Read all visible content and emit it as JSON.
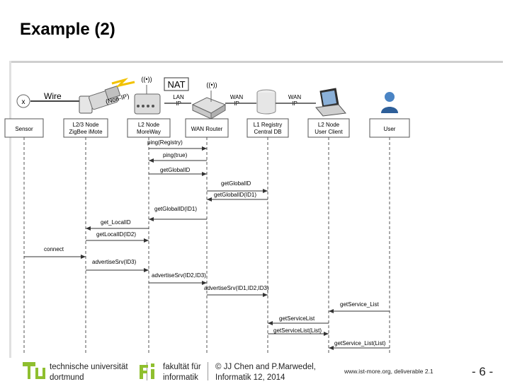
{
  "slide": {
    "title": "Example (2)"
  },
  "diagram": {
    "top_labels": {
      "nat": "NAT",
      "wire": "Wire",
      "non_ip": "(Non-IP)",
      "x_mark": "x",
      "lan_ip": [
        "LAN",
        "IP"
      ],
      "wan_ip_1": [
        "WAN",
        "IP"
      ],
      "wan_ip_2": [
        "WAN",
        "IP"
      ]
    },
    "lifelines": [
      {
        "label": [
          "Sensor"
        ]
      },
      {
        "label": [
          "L2/3 Node",
          "ZigBee iMote"
        ]
      },
      {
        "label": [
          "L2 Node",
          "MoreWay"
        ]
      },
      {
        "label": [
          "WAN Router"
        ]
      },
      {
        "label": [
          "L1 Registry",
          "Central DB"
        ]
      },
      {
        "label": [
          "L2 Node",
          "User Client"
        ]
      },
      {
        "label": [
          "User"
        ]
      }
    ],
    "messages": [
      "ping(Registry)",
      "ping(true)",
      "getGlobalID",
      "getGlobalID",
      "getGlobalID(ID1)",
      "getGlobalID(ID1)",
      "get_LocalID",
      "getLocalID(ID2)",
      "connect",
      "advertiseSrv(ID3)",
      "advertiseSrv(ID2,ID3)",
      "advertiseSrv(ID1,ID2,ID3)",
      "getService_List",
      "getServiceList",
      "getServiceList(List)",
      "getService_List(List)"
    ]
  },
  "footer": {
    "uni_line1": "technische universität",
    "uni_line2": "dortmund",
    "fak_line1": "fakultät für",
    "fak_line2": "informatik",
    "copy_line1": "© JJ Chen and  P.Marwedel,",
    "copy_line2": "Informatik 12,  2014",
    "project": "www.ist-more.org, deliverable 2.1",
    "page": "- 6 -"
  },
  "colors": {
    "tu_green": "#8fbf2f",
    "line_gray": "#555555"
  }
}
